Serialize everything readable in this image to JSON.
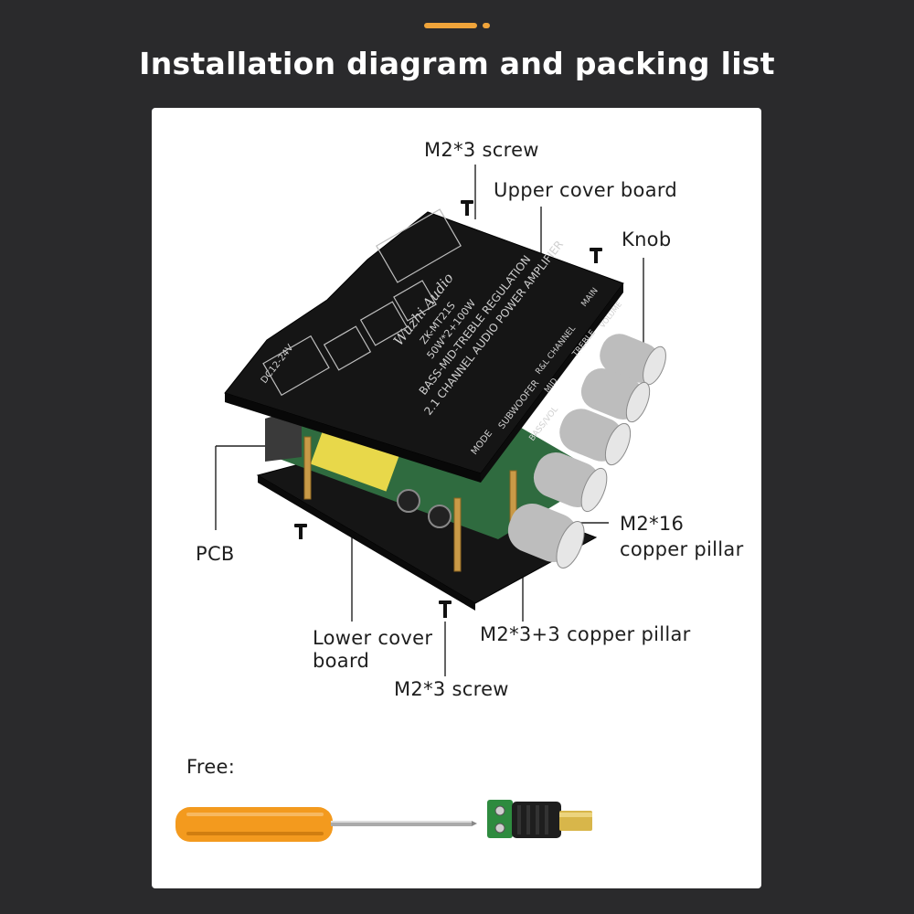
{
  "title": "Installation diagram and packing list",
  "colors": {
    "background": "#2a2a2c",
    "panel": "#ffffff",
    "accent": "#f0a43a",
    "text": "#1e1e1e",
    "board": "#151515",
    "pcb_green": "#2f6b3f",
    "knob_chrome": "#c9c9c9",
    "handle_orange": "#f39a1e"
  },
  "labels": {
    "screw_top": "M2*3 screw",
    "upper_cover": "Upper cover board",
    "knob": "Knob",
    "pcb": "PCB",
    "pillar16_line1": "M2*16",
    "pillar16_line2": "copper pillar",
    "pillar33": "M2*3+3 copper pillar",
    "lower_cover_line1": "Lower cover",
    "lower_cover_line2": "board",
    "screw_bottom": "M2*3 screw",
    "free": "Free:"
  },
  "board_print": {
    "brand": "Wuzhi Audio",
    "model": "ZK-MT21S",
    "power": "50W*2+100W",
    "line1": "BASS-MID-TREBLE REGULATION",
    "line2": "2.1 CHANNEL AUDIO POWER AMPLIFIER",
    "dc": "DC12-24V",
    "subwoofer": "SUBWOOFER",
    "bass_vol": "BASS/VOL",
    "rl_channel": "R&L CHANNEL",
    "mid": "MID",
    "treble": "TREBLE",
    "main": "MAIN",
    "volume": "VOLUME",
    "mode": "MODE"
  },
  "icons": [
    "screw-icon",
    "knob-icon",
    "screwdriver-icon",
    "dc-connector-icon"
  ]
}
